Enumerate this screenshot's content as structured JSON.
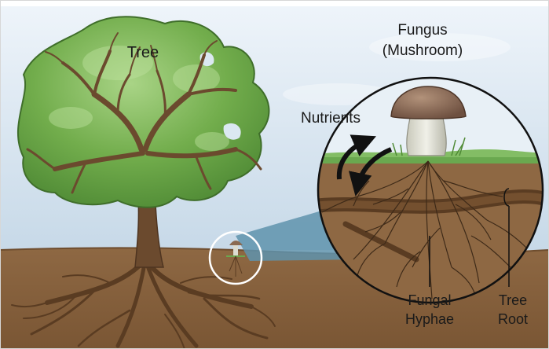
{
  "labels": {
    "tree": "Tree",
    "fungus_line1": "Fungus",
    "fungus_line2": "(Mushroom)",
    "nutrients": "Nutrients",
    "hyphae_line1": "Fungal",
    "hyphae_line2": "Hyphae",
    "root_line1": "Tree",
    "root_line2": "Root"
  },
  "colors": {
    "sky_top": "#e9f1f8",
    "sky_bottom": "#c9dbea",
    "soil": "#8b6440",
    "soil_dark": "#6e4d2e",
    "foliage": "#5f9a3f",
    "foliage_light": "#9cc978",
    "bark": "#6b4a2e",
    "root": "#5a3c22",
    "cone": "#5f93ad",
    "mushroom_cap": "#8a6a52",
    "mushroom_stem": "#dcdcd0",
    "grass": "#6aa84f",
    "arrow": "#111111"
  }
}
